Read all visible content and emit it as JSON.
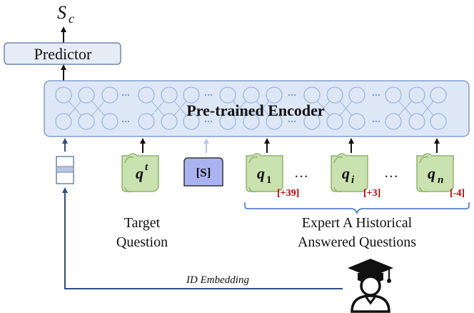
{
  "output": {
    "symbol": "S",
    "subscript": "c"
  },
  "predictor": {
    "label": "Predictor"
  },
  "encoder": {
    "label": "Pre-trained Encoder"
  },
  "inputs": {
    "target": {
      "symbol": "q",
      "superscript": "t"
    },
    "separator": "[S]",
    "questions": [
      {
        "symbol": "q",
        "subscript": "1",
        "score": "[+39]"
      },
      {
        "symbol": "q",
        "subscript": "i",
        "score": "[+3]"
      },
      {
        "symbol": "q",
        "subscript": "n",
        "score": "[-4]"
      }
    ],
    "ellipsis": "…"
  },
  "captions": {
    "target_line1": "Target",
    "target_line2": "Question",
    "history_line1": "Expert A Historical",
    "history_line2": "Answered Questions"
  },
  "id_embedding": {
    "label": "ID Embedding"
  },
  "colors": {
    "encoder_fill": "#dde7f6",
    "encoder_stroke": "#7d9dd0",
    "predictor_fill": "#e6ecf6",
    "scroll_fill": "#c9e2b0",
    "scroll_stroke": "#8fb36b",
    "sep_fill": "#a9b3ef",
    "score_red": "#c00000",
    "brace_blue": "#3a6ec2",
    "id_line": "#2e4f80"
  }
}
